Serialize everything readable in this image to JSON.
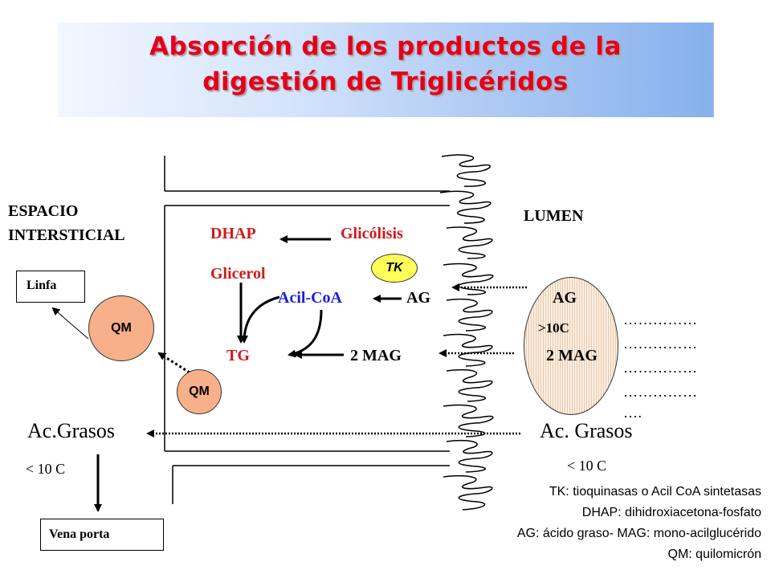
{
  "title": {
    "line1": "Absorción de los productos de la",
    "line2": "digestión de Triglicéridos"
  },
  "regions": {
    "interstitial_line1": "ESPACIO",
    "interstitial_line2": "INTERSTICIAL",
    "lumen": "LUMEN"
  },
  "cell_labels": {
    "dhap": "DHAP",
    "glicolisis": "Glicólisis",
    "glicerol": "Glicerol",
    "tk": "TK",
    "acil_coa": "Acil-CoA",
    "ag_inner": "AG",
    "tg": "TG",
    "two_mag_inner": "2 MAG"
  },
  "lumen_labels": {
    "ag": "AG",
    "gt10c": ">10C",
    "two_mag": "2 MAG",
    "dots": [
      "……………",
      "……………",
      "……………",
      "……………",
      "…."
    ]
  },
  "fatty_acids": {
    "left": "Ac.Grasos",
    "right": "Ac. Grasos",
    "left_lt10": "< 10 C",
    "right_lt10": "< 10 C"
  },
  "boxes": {
    "linfa": "Linfa",
    "vena_porta": "Vena porta"
  },
  "chylomicrons": {
    "qm_large": "QM",
    "qm_small": "QM"
  },
  "legend": [
    "TK: tioquinasas o Acil CoA sintetasas",
    "DHAP: dihidroxiacetona-fosfato",
    "AG: ácido graso- MAG: mono-acilglucérido",
    "QM: quilomicrón"
  ],
  "colors": {
    "title": "#e4001b",
    "red_labels": "#d21a1a",
    "blue_labels": "#1b1ee0",
    "qm_fill": "#f7b08a",
    "tk_fill": "#ffff5a"
  }
}
